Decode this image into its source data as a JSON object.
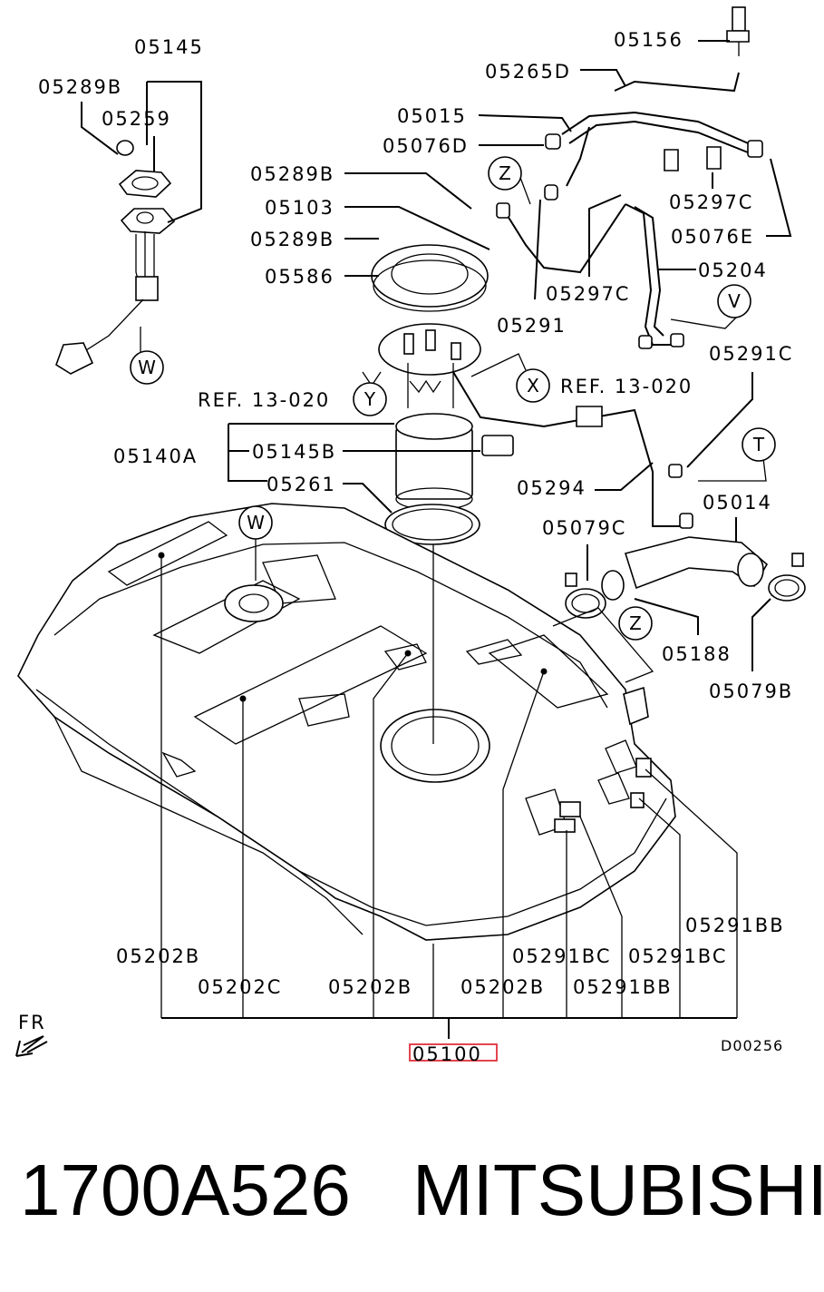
{
  "labels": {
    "l05145": "05145",
    "l05289B_a": "05289B",
    "l05259": "05259",
    "l05156": "05156",
    "l05265D": "05265D",
    "l05015": "05015",
    "l05076D": "05076D",
    "l05289B_b": "05289B",
    "l05103": "05103",
    "l05289B_c": "05289B",
    "l05586": "05586",
    "l05297C_a": "05297C",
    "l05076E": "05076E",
    "l05204": "05204",
    "l05297C_b": "05297C",
    "l05291": "05291",
    "l05291C": "05291C",
    "ref1": "REF. 13-020",
    "ref2": "REF. 13-020",
    "l05140A": "05140A",
    "l05145B": "05145B",
    "l05261": "05261",
    "l05294": "05294",
    "l05014": "05014",
    "l05079C": "05079C",
    "l05188": "05188",
    "l05079B": "05079B",
    "l05291BB_a": "05291BB",
    "l05202B_a": "05202B",
    "l05291BC_a": "05291BC",
    "l05291BC_b": "05291BC",
    "l05202C": "05202C",
    "l05202B_b": "05202B",
    "l05202B_c": "05202B",
    "l05291BB_b": "05291BB",
    "l05100": "05100",
    "fr": "FR",
    "code": "D00256"
  },
  "callouts": {
    "w1": "W",
    "w2": "W",
    "z1": "Z",
    "z2": "Z",
    "v": "V",
    "x": "X",
    "y": "Y",
    "t": "T"
  },
  "caption": {
    "part_number": "1700A526",
    "brand": "MITSUBISHI"
  },
  "colors": {
    "highlight": "#e0303a",
    "ink": "#000000"
  }
}
